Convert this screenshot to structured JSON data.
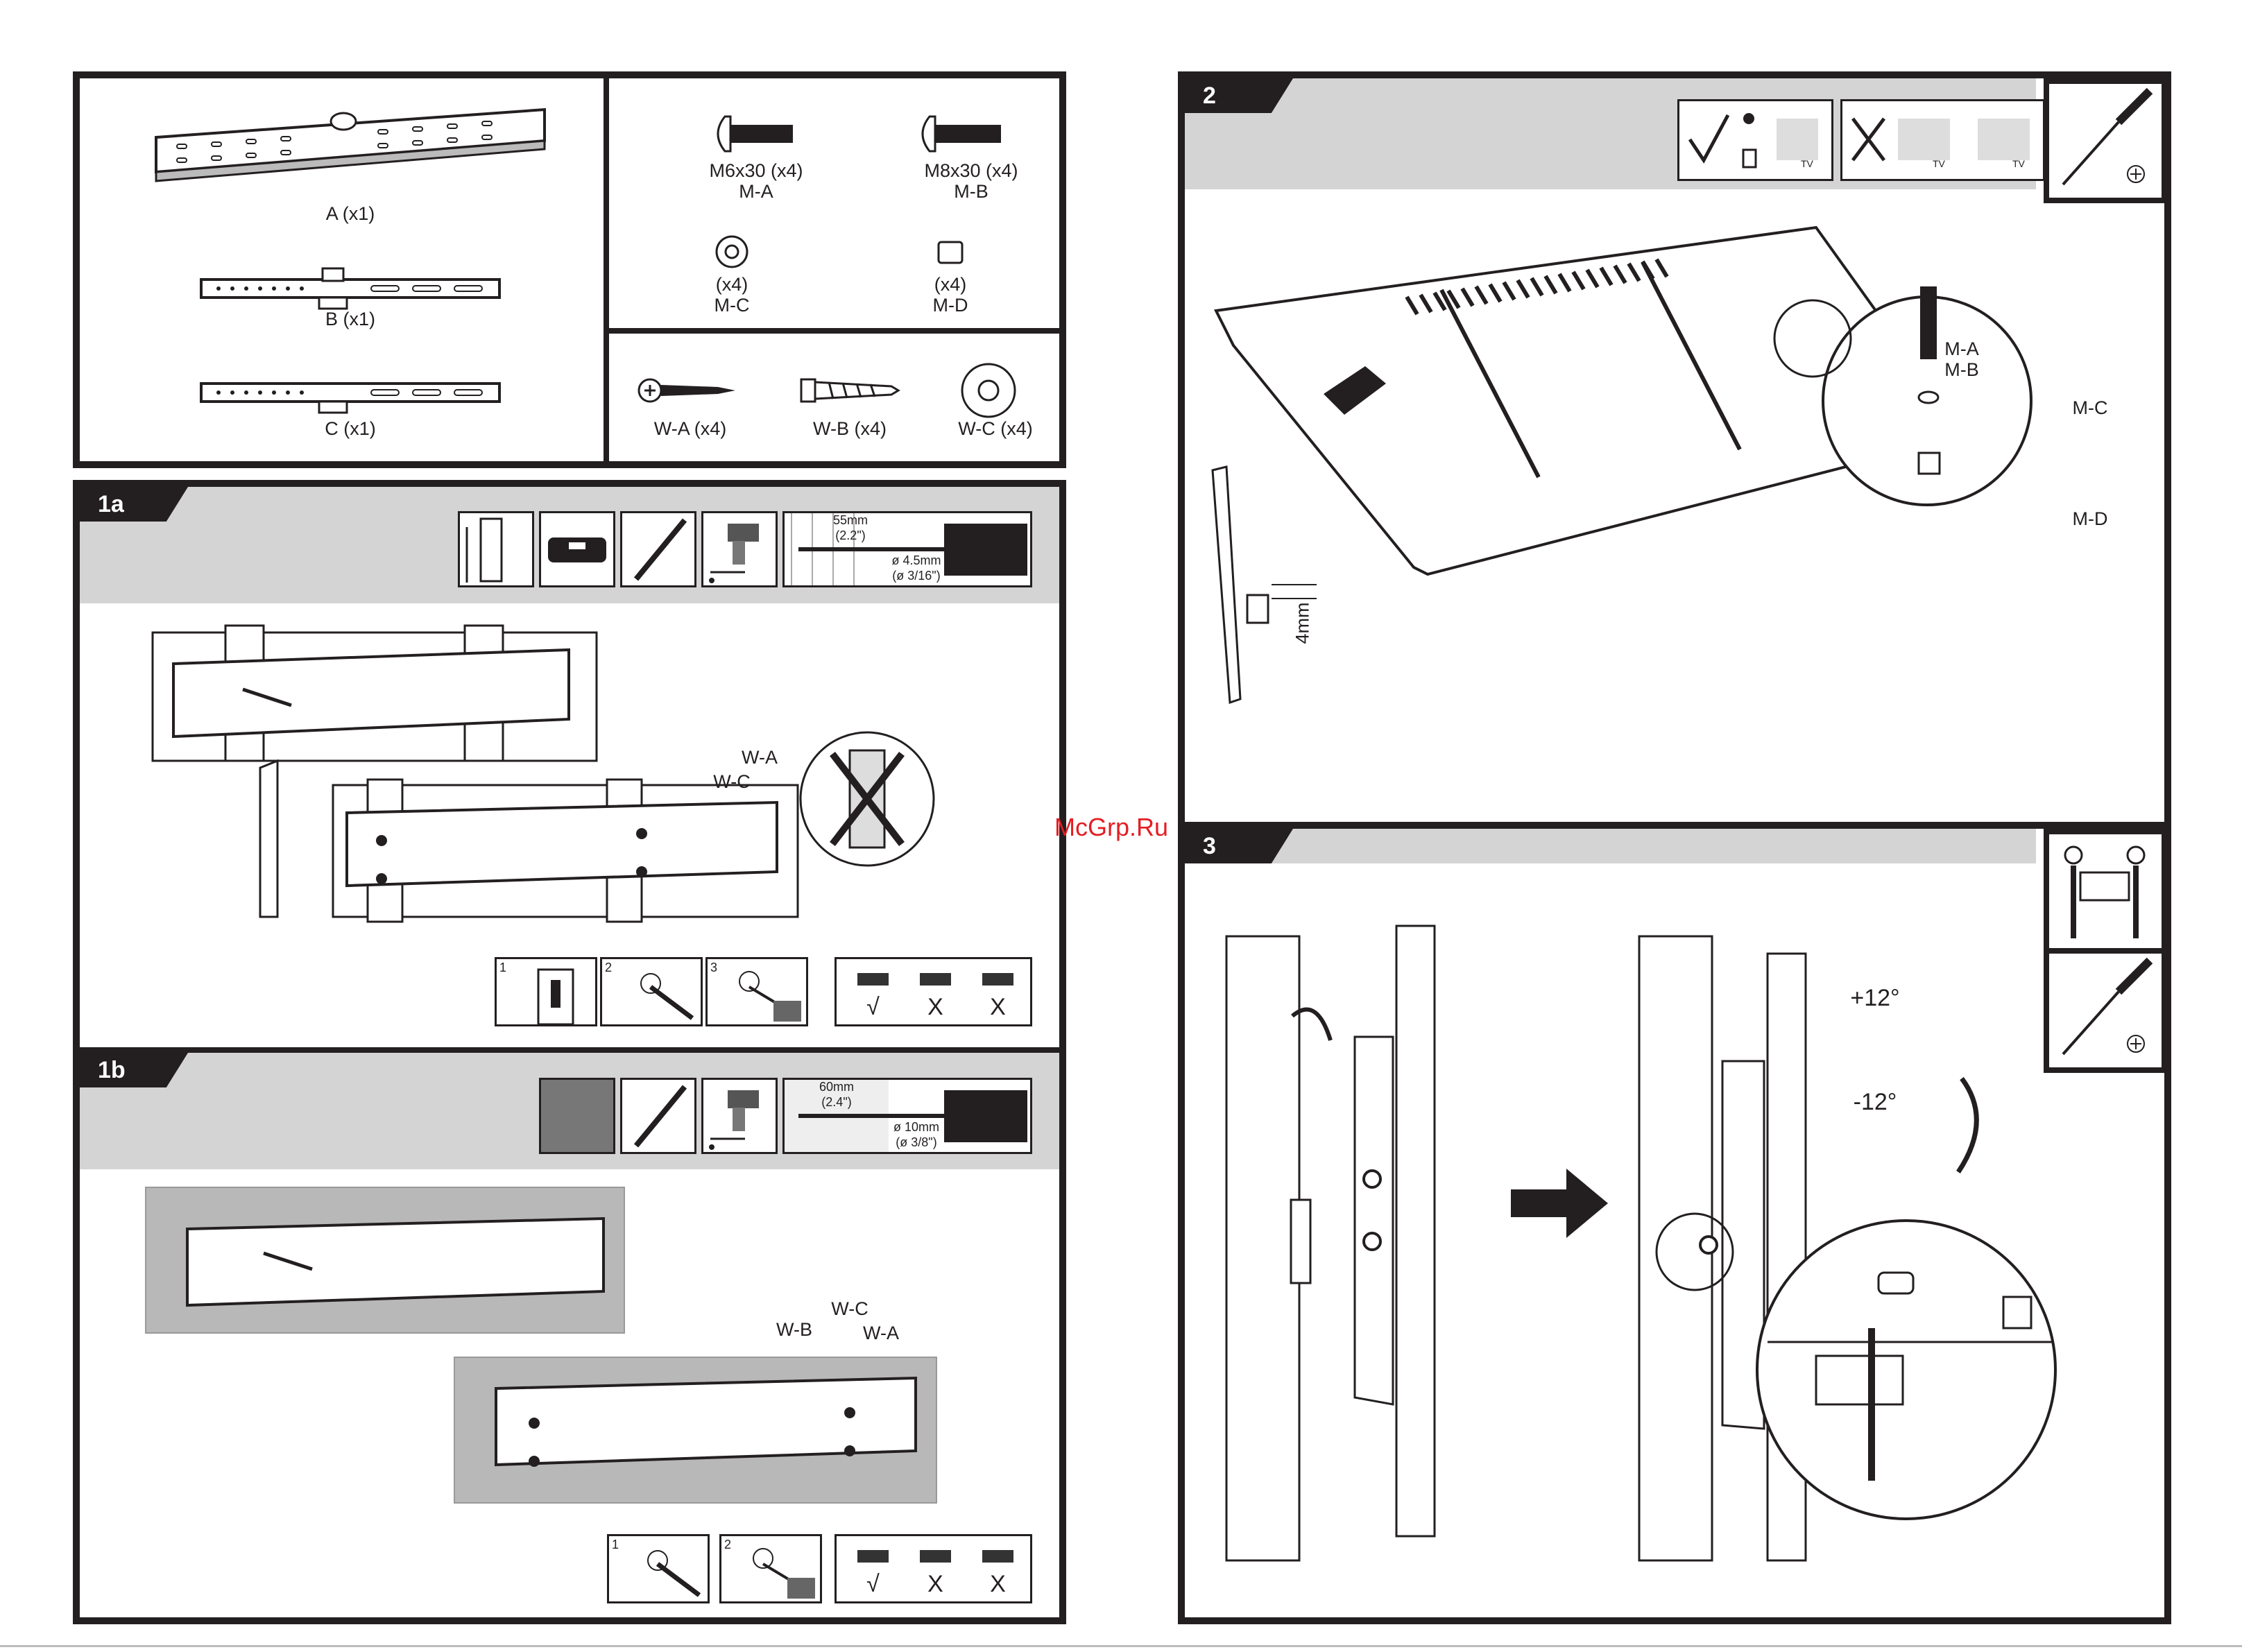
{
  "watermark": "McGrp.Ru",
  "parts": {
    "A": "A (x1)",
    "B": "B (x1)",
    "C": "C (x1)",
    "m_a_size": "M6x30 (x4)",
    "m_a_code": "M-A",
    "m_b_size": "M8x30 (x4)",
    "m_b_code": "M-B",
    "m_c_qty": "(x4)",
    "m_c_code": "M-C",
    "m_d_qty": "(x4)",
    "m_d_code": "M-D",
    "w_a": "W-A (x4)",
    "w_b": "W-B (x4)",
    "w_c": "W-C (x4)"
  },
  "step1a": {
    "label": "1a",
    "drill_depth": "55mm",
    "drill_depth_in": "(2.2\")",
    "drill_dia": "ø 4.5mm",
    "drill_dia_in": "(ø 3/16\")",
    "callout_wa": "W-A",
    "callout_wc": "W-C",
    "sub1": "1",
    "sub2": "2",
    "sub3": "3",
    "level_ok": "√",
    "level_bad1": "X",
    "level_bad2": "X"
  },
  "step1b": {
    "label": "1b",
    "drill_depth": "60mm",
    "drill_depth_in": "(2.4\")",
    "drill_dia": "ø 10mm",
    "drill_dia_in": "(ø 3/8\")",
    "callout_wb": "W-B",
    "callout_wc": "W-C",
    "callout_wa": "W-A",
    "sub1": "1",
    "sub2": "2",
    "level_ok": "√",
    "level_bad1": "X",
    "level_bad2": "X"
  },
  "step2": {
    "label": "2",
    "tv1": "TV",
    "tv2": "TV",
    "tv3": "TV",
    "callout_ma": "M-A",
    "callout_mb": "M-B",
    "callout_mc": "M-C",
    "callout_md": "M-D",
    "gap": "4mm"
  },
  "step3": {
    "label": "3",
    "tilt_up": "+12°",
    "tilt_down": "-12°"
  }
}
